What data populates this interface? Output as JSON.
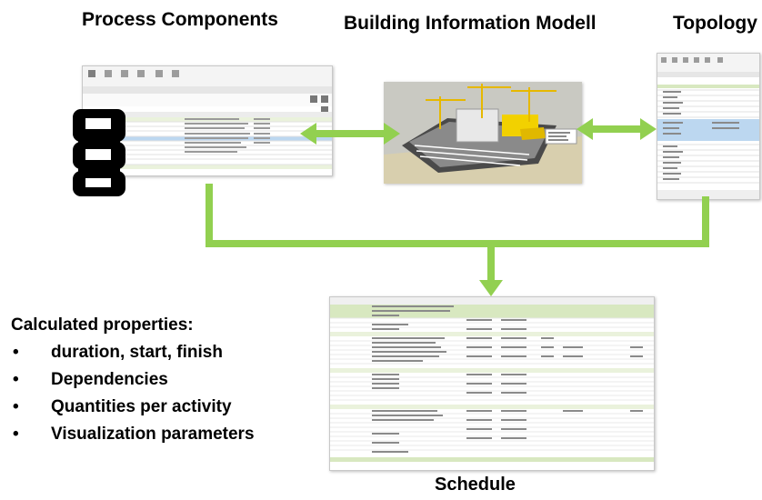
{
  "titles": {
    "process_components": "Process Components",
    "bim": "Building Information Modell",
    "topology": "Topology",
    "schedule": "Schedule"
  },
  "calculated": {
    "heading": "Calculated properties:",
    "items": [
      "duration, start, finish",
      "Dependencies",
      "Quantities per activity",
      "Visualization parameters"
    ]
  },
  "colors": {
    "arrow": "#92d050",
    "highlight_row": "#d8e8c0",
    "selected_row": "#bcd7f0",
    "building_yellow": "#f2d100"
  }
}
